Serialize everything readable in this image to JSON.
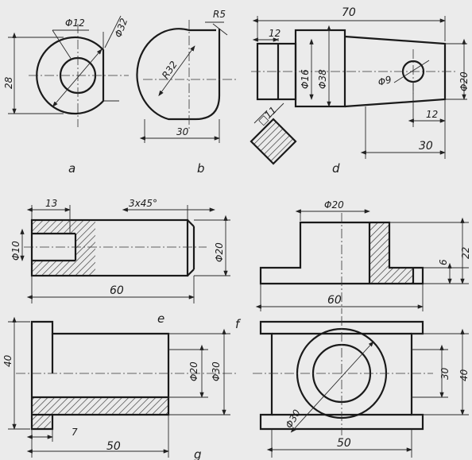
{
  "figure_labels": {
    "a": "a",
    "b": "b",
    "d": "d",
    "e": "e",
    "f": "f",
    "g": "g"
  },
  "dims": {
    "a_phi12": "Φ12",
    "a_phi32": "Φ32",
    "a_28": "28",
    "b_r5": "R5",
    "b_r32": "R32",
    "b_30": "30",
    "d_70": "70",
    "d_12_top": "12",
    "d_phi16": "Φ16",
    "d_phi38": "Φ38",
    "d_phi9": "Φ9",
    "d_phi20": "Φ20",
    "d_12_bottom": "12",
    "d_30": "30",
    "d_a11": "□11",
    "e_13": "13",
    "e_chamfer": "3x45°",
    "e_phi10": "Φ10",
    "e_phi20": "Φ20",
    "e_60": "60",
    "f_phi20": "Φ20",
    "f_6": "6",
    "f_22": "22",
    "f_60": "60",
    "g_40": "40",
    "g_phi20": "Φ20",
    "g_phi30": "Φ30",
    "g_7": "7",
    "g_50": "50",
    "p_phi30": "Φ30",
    "p_30": "30",
    "p_40": "40",
    "p_50": "50"
  }
}
